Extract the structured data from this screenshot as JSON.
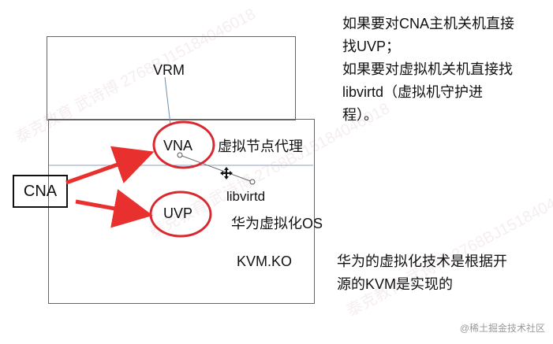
{
  "labels": {
    "vrm": "VRM",
    "vna": "VNA",
    "uvp": "UVP",
    "libvirtd": "libvirtd",
    "kvm_ko": "KVM.KO",
    "cna": "CNA"
  },
  "notes": {
    "top": [
      "如果要对CNA主机关机直接",
      "找UVP；",
      "如果要对虚拟机关机直接找",
      "libvirtd（虚拟机守护进",
      "程）。"
    ],
    "vna_desc": "虚拟节点代理",
    "os_desc": "华为虚拟化OS",
    "kvm_desc": [
      "华为的虚拟化技术是根据开",
      "源的KVM是实现的"
    ]
  },
  "watermark": {
    "text": "泰克教育 武诗博 2768BJ15184046018"
  },
  "footer": {
    "text": "@稀土掘金技术社区"
  },
  "colors": {
    "circle": "#d9282f",
    "arrow": "#e8302e",
    "line": "#6a8fb0"
  }
}
